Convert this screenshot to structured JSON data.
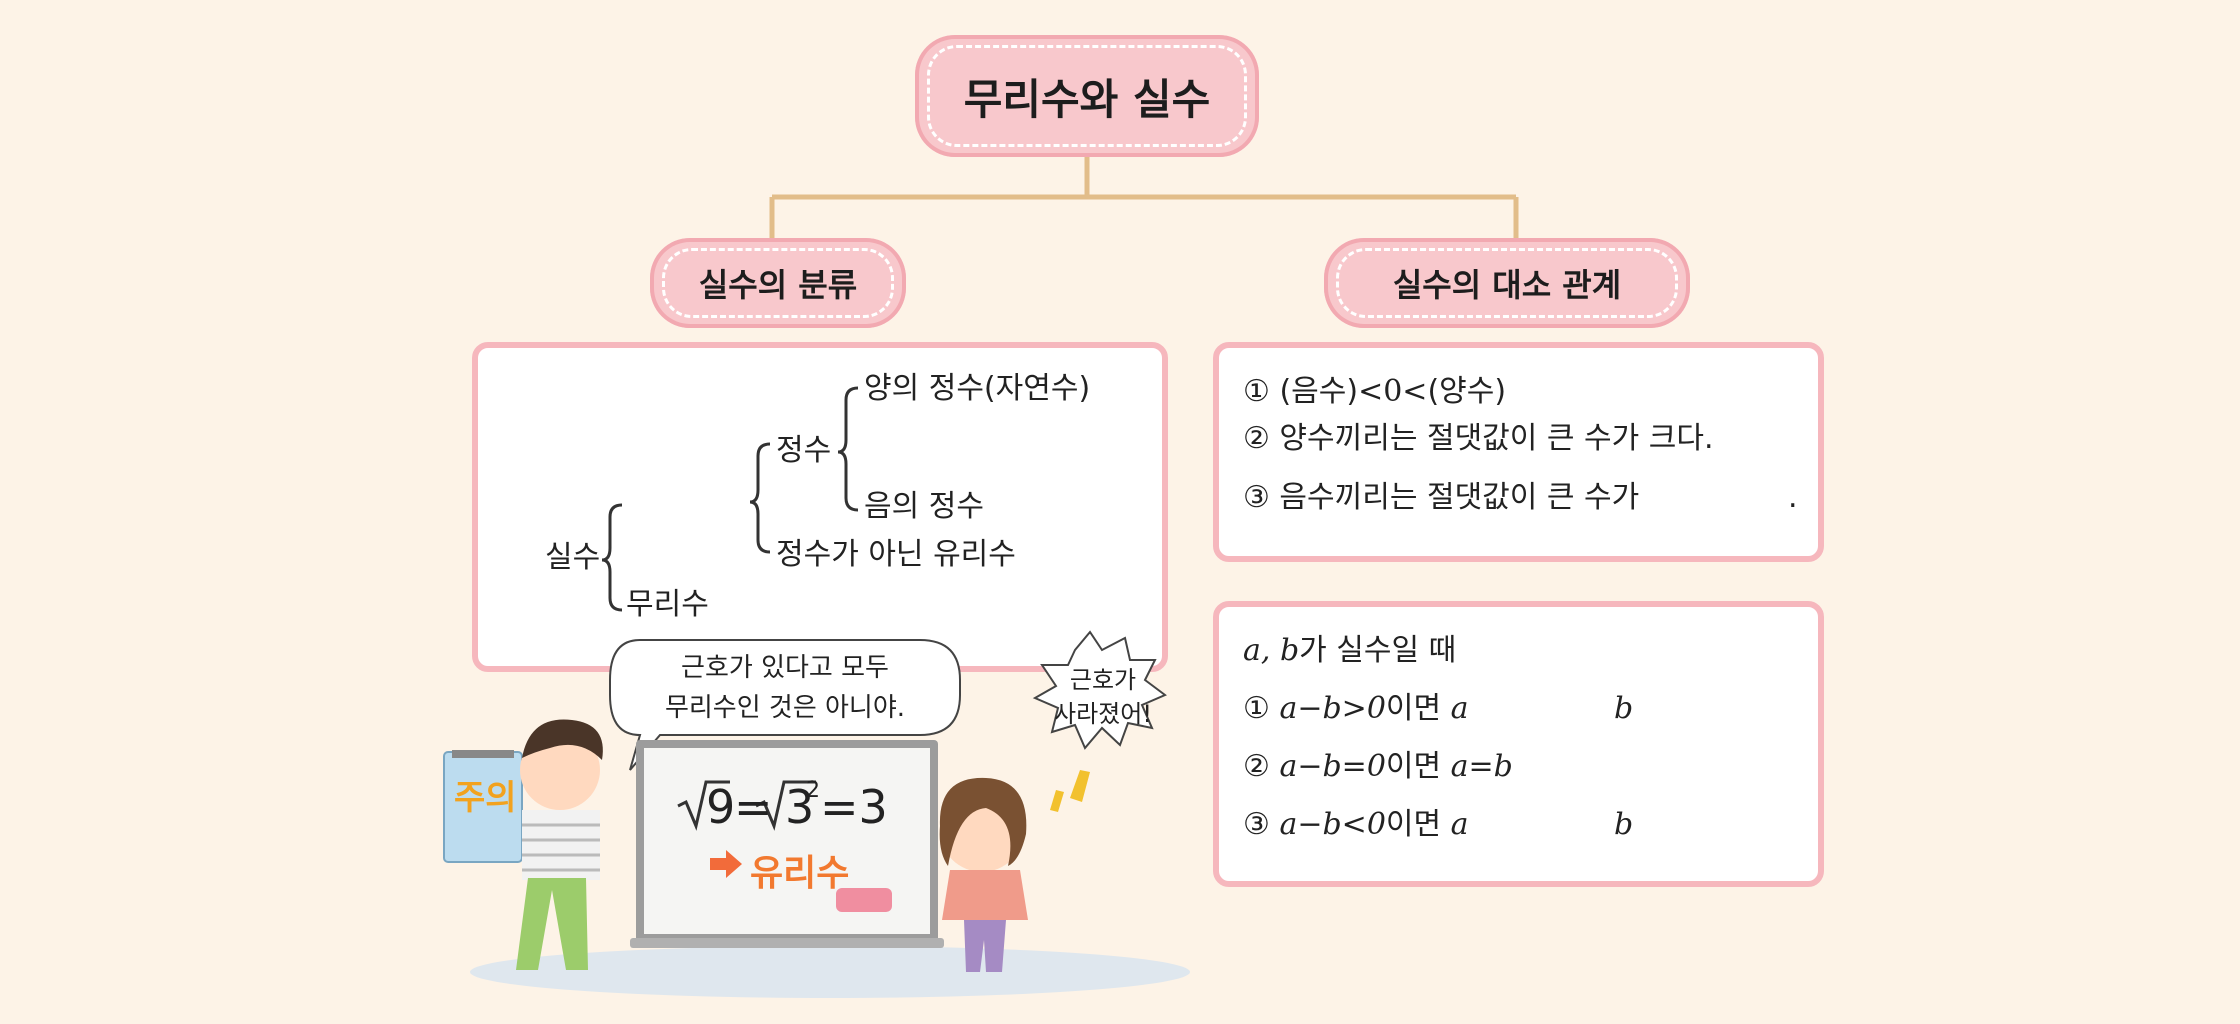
{
  "title": "무리수와 실수",
  "left_header": "실수의 분류",
  "right_header": "실수의 대소 관계",
  "classification": {
    "real": "실수",
    "integer": "정수",
    "positive_integer": "양의 정수(자연수)",
    "negative_integer": "음의 정수",
    "non_integer_rational": "정수가 아닌 유리수",
    "irrational": "무리수"
  },
  "order_rules": {
    "r1_num": "①",
    "r1_a": "(음수)",
    "r1_lt1": "<",
    "r1_zero": "0",
    "r1_lt2": "<",
    "r1_b": "(양수)",
    "r2": "② 양수끼리는 절댓값이 큰 수가 크다.",
    "r3": "③ 음수끼리는 절댓값이 큰 수가",
    "r3_end": "."
  },
  "comparison": {
    "intro_vars": "a, b",
    "intro_text": "가 실수일 때",
    "c1_num": "①",
    "c1_expr": "a−b>0",
    "c1_text": "이면",
    "c1_a": "a",
    "c1_b": "b",
    "c2_num": "②",
    "c2_expr": "a−b=0",
    "c2_text": "이면",
    "c2_res": "a=b",
    "c3_num": "③",
    "c3_expr": "a−b<0",
    "c3_text": "이면",
    "c3_a": "a",
    "c3_b": "b"
  },
  "illustration": {
    "bubble_line1": "근호가 있다고 모두",
    "bubble_line2": "무리수인 것은 아니야.",
    "girl_line1": "근호가",
    "girl_line2": "사라졌어!",
    "caution": "주의",
    "board_nine": "9",
    "board_eq1": "=",
    "board_three": "3",
    "board_sq": "2",
    "board_eq2": "=3",
    "board_label": "유리수",
    "exclaim": "!"
  }
}
